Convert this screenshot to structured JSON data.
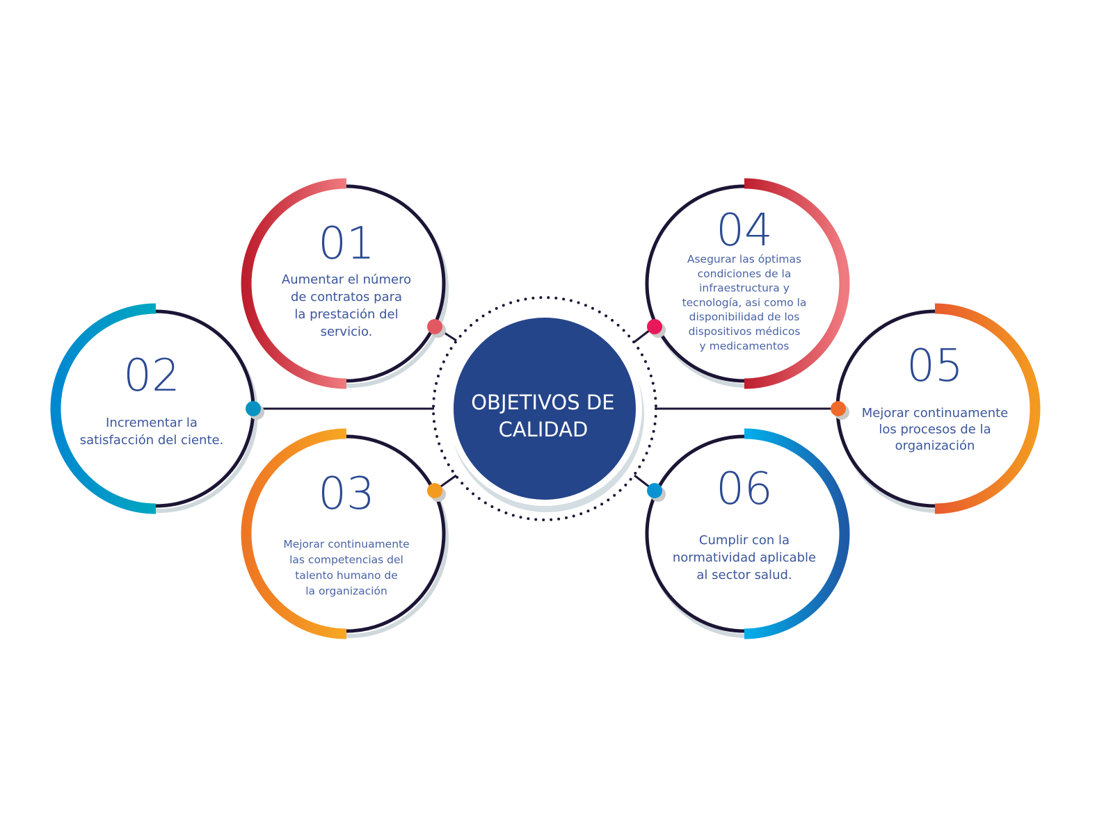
{
  "center": {
    "lines": [
      "OBJETIVOS DE",
      "CALIDAD"
    ]
  },
  "objectives": [
    {
      "number": "01",
      "lines": [
        "Aumentar el número",
        "de contratos para",
        "la prestación del",
        "servicio."
      ]
    },
    {
      "number": "02",
      "lines": [
        "Incrementar la",
        "satisfacción del ciente."
      ]
    },
    {
      "number": "03",
      "lines": [
        "Mejorar continuamente",
        "las competencias del",
        "talento humano de",
        "la organización"
      ]
    },
    {
      "number": "04",
      "lines": [
        "Asegurar las óptimas",
        "condiciones de la",
        "infraestructura y",
        "tecnología, asi como la",
        "disponibilidad de los",
        "dispositivos médicos",
        "y medicamentos"
      ]
    },
    {
      "number": "05",
      "lines": [
        "Mejorar continuamente",
        "los procesos de la",
        "organización"
      ]
    },
    {
      "number": "06",
      "lines": [
        "Cumplir con la",
        "normatividad aplicable",
        "al sector salud."
      ]
    }
  ],
  "colors": {
    "center": "#25458a",
    "ring": "#1c1535",
    "shadow": "#cfd8dc",
    "red": [
      "#be1e2d",
      "#ef7b80"
    ],
    "teal": [
      "#0088cf",
      "#00a8c0"
    ],
    "orange": [
      "#ee7623",
      "#f7a823"
    ],
    "orange2": [
      "#f39a21",
      "#e85a2e"
    ],
    "blue": [
      "#1f5aa6",
      "#00b0eb"
    ]
  }
}
